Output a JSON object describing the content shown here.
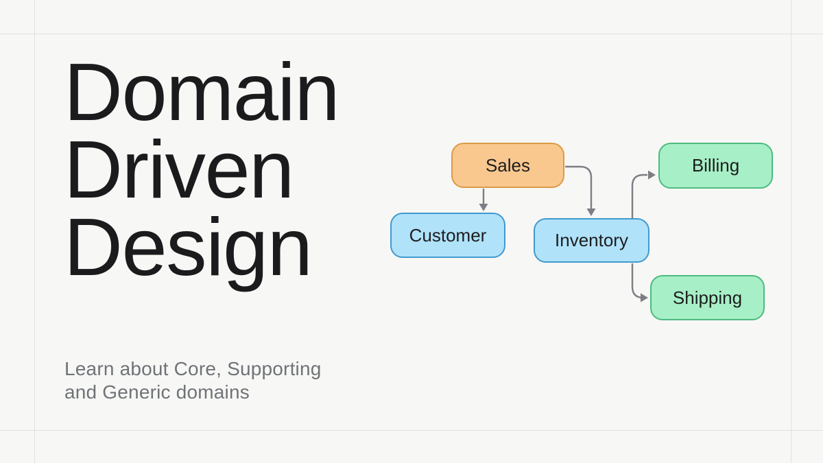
{
  "slide": {
    "title_lines": [
      "Domain",
      "Driven",
      "Design"
    ],
    "subtitle_lines": [
      "Learn about Core, Supporting",
      "and Generic domains"
    ]
  },
  "diagram": {
    "nodes": [
      {
        "id": "sales",
        "label": "Sales",
        "fill": "#F9C88F",
        "border": "#DB9B47"
      },
      {
        "id": "customer",
        "label": "Customer",
        "fill": "#B0E2FA",
        "border": "#4199CE"
      },
      {
        "id": "inventory",
        "label": "Inventory",
        "fill": "#B0E2FA",
        "border": "#4199CE"
      },
      {
        "id": "billing",
        "label": "Billing",
        "fill": "#A7EFC6",
        "border": "#4CBB7E"
      },
      {
        "id": "shipping",
        "label": "Shipping",
        "fill": "#A7EFC6",
        "border": "#4CBB7E"
      }
    ],
    "edges": [
      {
        "from": "sales",
        "to": "customer"
      },
      {
        "from": "sales",
        "to": "inventory"
      },
      {
        "from": "inventory",
        "to": "billing"
      },
      {
        "from": "inventory",
        "to": "shipping"
      }
    ],
    "arrow_color": "#7D7D85"
  },
  "colors": {
    "background": "#F7F7F5",
    "frame_lines": "#E0E0DF",
    "title_text": "#1B1B1D",
    "subtitle_text": "#6F7377",
    "node_label_text": "#1D1D1F"
  }
}
